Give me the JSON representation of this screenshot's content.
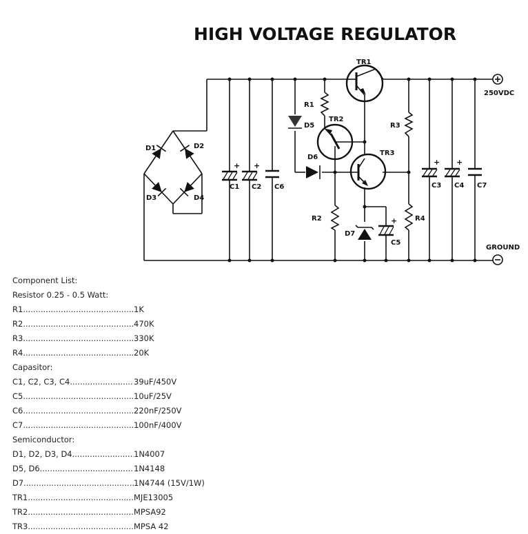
{
  "diagram": {
    "title": "HIGH VOLTAGE REGULATOR",
    "labels": {
      "tr1": "TR1",
      "tr2": "TR2",
      "tr3": "TR3",
      "r1": "R1",
      "r2": "R2",
      "r3": "R3",
      "r4": "R4",
      "d1": "D1",
      "d2": "D2",
      "d3": "D3",
      "d4": "D4",
      "d5": "D5",
      "d6": "D6",
      "d7": "D7",
      "c1": "C1",
      "c2": "C2",
      "c3": "C3",
      "c4": "C4",
      "c5": "C5",
      "c6": "C6",
      "c7": "C7",
      "plus": "+",
      "out_plus": "250VDC",
      "out_minus": "GROUND"
    }
  },
  "component_list": {
    "heading": "Component List:",
    "sections": [
      {
        "title": "Resistor 0.25 - 0.5 Watt:",
        "items": [
          {
            "name": "R1",
            "value": "1K"
          },
          {
            "name": "R2",
            "value": "470K"
          },
          {
            "name": "R3",
            "value": "330K"
          },
          {
            "name": "R4",
            "value": "20K"
          }
        ]
      },
      {
        "title": "Capasitor:",
        "items": [
          {
            "name": "C1, C2, C3, C4",
            "value": "39uF/450V"
          },
          {
            "name": "C5",
            "value": "10uF/25V"
          },
          {
            "name": "C6",
            "value": "220nF/250V"
          },
          {
            "name": "C7",
            "value": "100nF/400V"
          }
        ]
      },
      {
        "title": "Semiconductor:",
        "items": [
          {
            "name": "D1, D2, D3, D4",
            "value": "1N4007"
          },
          {
            "name": "D5, D6",
            "value": "1N4148"
          },
          {
            "name": "D7",
            "value": "1N4744 (15V/1W)"
          },
          {
            "name": "TR1",
            "value": "MJE13005"
          },
          {
            "name": "TR2",
            "value": "MPSA92"
          },
          {
            "name": "TR3",
            "value": "MPSA 42"
          }
        ]
      }
    ]
  }
}
